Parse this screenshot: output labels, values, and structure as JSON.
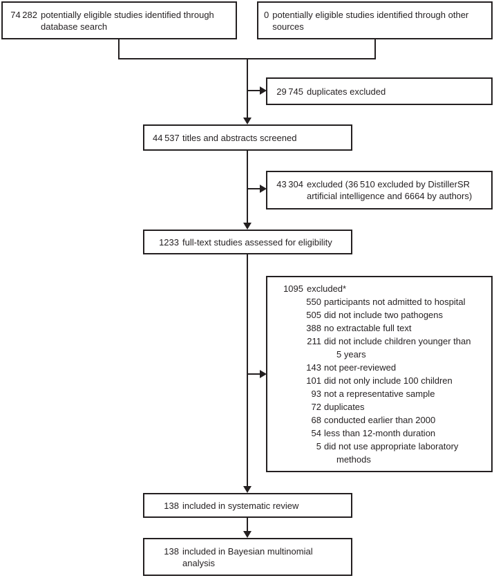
{
  "palette": {
    "ink": "#231f20",
    "background": "#ffffff"
  },
  "boxes": {
    "identified_database": {
      "number": "74 282",
      "label": "potentially eligible studies identified through database search"
    },
    "identified_other": {
      "number": "0",
      "label": "potentially eligible studies identified through other sources"
    },
    "duplicates_excluded": {
      "number": "29 745",
      "label": "duplicates excluded"
    },
    "titles_screened": {
      "number": "44 537",
      "label": "titles and abstracts screened"
    },
    "abstracts_excluded": {
      "number": "43 304",
      "label": "excluded (36 510 excluded by DistillerSR artificial intelligence and 6664 by authors)"
    },
    "fulltext_assessed": {
      "number": "1233",
      "label": "full-text studies assessed for eligibility"
    },
    "fulltext_excluded": {
      "number": "1095",
      "label": "excluded*",
      "reasons": [
        {
          "number": "550",
          "label": "participants not admitted to hospital"
        },
        {
          "number": "505",
          "label": "did not include two pathogens"
        },
        {
          "number": "388",
          "label": "no extractable full text"
        },
        {
          "number": "211",
          "label": "did not include children younger than 5 years"
        },
        {
          "number": "143",
          "label": "not peer-reviewed"
        },
        {
          "number": "101",
          "label": "did not only include 100 children"
        },
        {
          "number": "93",
          "label": "not a representative sample"
        },
        {
          "number": "72",
          "label": "duplicates"
        },
        {
          "number": "68",
          "label": "conducted earlier than 2000"
        },
        {
          "number": "54",
          "label": "less than 12-month duration"
        },
        {
          "number": "5",
          "label": "did not use appropriate laboratory methods"
        }
      ]
    },
    "included_review": {
      "number": "138",
      "label": "included in systematic review"
    },
    "included_analysis": {
      "number": "138",
      "label": "included in Bayesian multinomial analysis"
    }
  }
}
